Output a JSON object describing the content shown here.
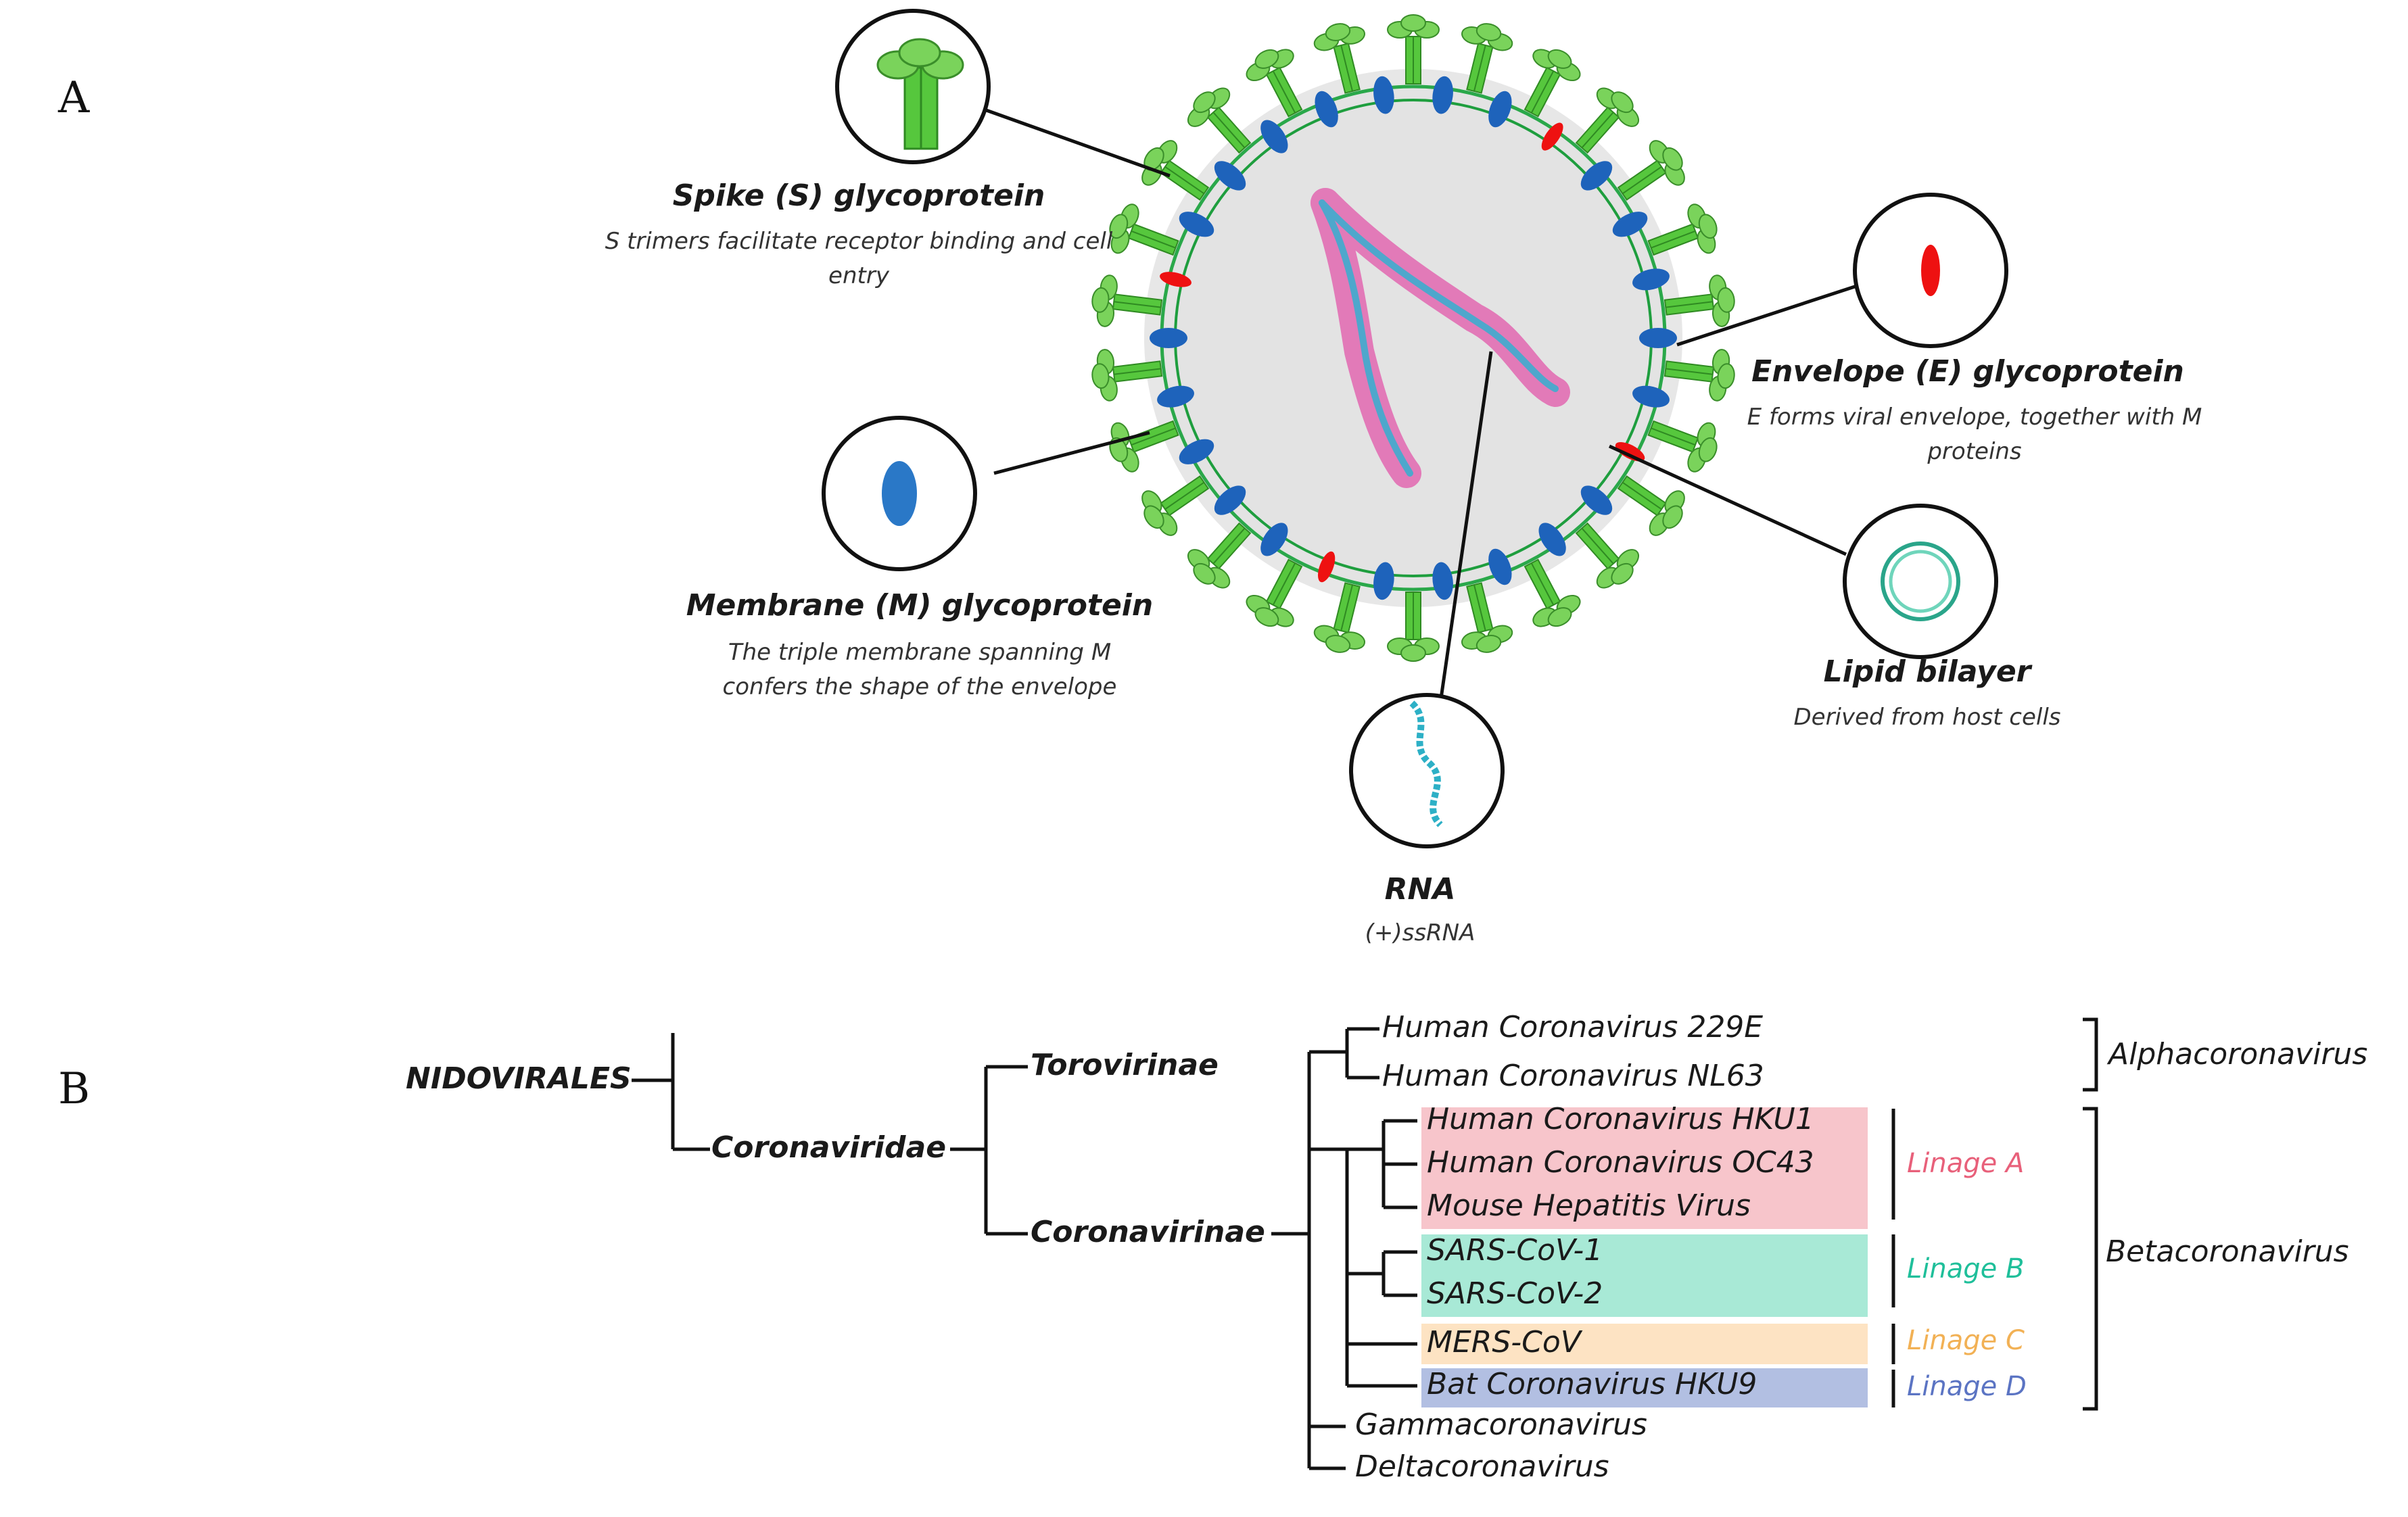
{
  "panels": {
    "a": "A",
    "b": "B"
  },
  "virion": {
    "spike": {
      "title": "Spike (S) glycoprotein",
      "desc": "S trimers facilitate receptor binding and cell entry"
    },
    "envelope": {
      "title": "Envelope (E) glycoprotein",
      "desc": "E forms viral envelope, together with M proteins"
    },
    "membrane": {
      "title": "Membrane (M) glycoprotein",
      "desc": "The triple membrane spanning M confers the shape of the envelope"
    },
    "lipid": {
      "title": "Lipid bilayer",
      "desc": "Derived from host cells"
    },
    "rna": {
      "title": "RNA",
      "desc": "(+)ssRNA"
    }
  },
  "tree": {
    "order": "NIDOVIRALES",
    "family": "Coronaviridae",
    "subfamilies": [
      "Torovirinae",
      "Coronavirinae"
    ],
    "alpha_members": [
      "Human Coronavirus 229E",
      "Human Coronavirus NL63"
    ],
    "lineage_a": [
      "Human Coronavirus HKU1",
      "Human Coronavirus OC43",
      "Mouse Hepatitis Virus"
    ],
    "lineage_b": [
      "SARS-CoV-1",
      "SARS-CoV-2"
    ],
    "lineage_c": [
      "MERS-CoV"
    ],
    "lineage_d": [
      "Bat Coronavirus HKU9"
    ],
    "other_genera": [
      "Gammacoronavirus",
      "Deltacoronavirus"
    ],
    "lineage_labels": [
      "Linage A",
      "Linage B",
      "Linage C",
      "Linage D"
    ],
    "genus_labels": [
      "Alphacoronavirus",
      "Betacoronavirus"
    ],
    "lineage_colors": {
      "a": "#f7c5cb",
      "b": "#a8e9d6",
      "c": "#fde3c3",
      "d": "#b2bfe2"
    },
    "lineage_text_colors": {
      "a": "#e8607a",
      "b": "#1fbf9a",
      "c": "#f2b155",
      "d": "#5b74c3"
    }
  }
}
